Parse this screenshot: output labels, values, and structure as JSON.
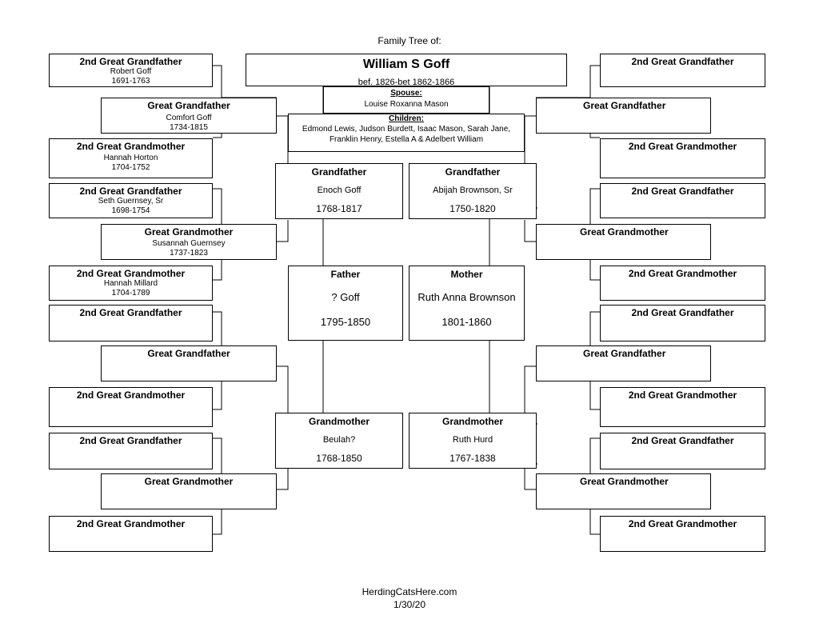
{
  "header": "Family Tree of:",
  "root": {
    "name": "William S Goff",
    "dates": "bef. 1826-bet 1862-1866",
    "spouse_label": "Spouse:",
    "spouse": "Louise Roxanna Mason",
    "children_label": "Children:",
    "children_line1": "Edmond Lewis, Judson Burdett, Isaac Mason, Sarah Jane,",
    "children_line2": "Franklin Henry, Estella A & Adelbert William"
  },
  "parents": {
    "father": {
      "label": "Father",
      "name": "? Goff",
      "dates": "1795-1850"
    },
    "mother": {
      "label": "Mother",
      "name": "Ruth Anna Brownson",
      "dates": "1801-1860"
    }
  },
  "grandparents": {
    "pgf": {
      "label": "Grandfather",
      "name": "Enoch Goff",
      "dates": "1768-1817"
    },
    "mgf": {
      "label": "Grandfather",
      "name": "Abijah Brownson, Sr",
      "dates": "1750-1820"
    },
    "pgm": {
      "label": "Grandmother",
      "name": "Beulah?",
      "dates": "1768-1850"
    },
    "mgm": {
      "label": "Grandmother",
      "name": "Ruth Hurd",
      "dates": "1767-1838"
    }
  },
  "left_great": [
    {
      "label": "Great Grandfather",
      "name": "Comfort Goff",
      "dates": "1734-1815"
    },
    {
      "label": "Great Grandmother",
      "name": "Susannah Guernsey",
      "dates": "1737-1823"
    },
    {
      "label": "Great Grandfather",
      "name": "",
      "dates": ""
    },
    {
      "label": "Great Grandmother",
      "name": "",
      "dates": ""
    }
  ],
  "left_2nd": [
    {
      "label": "2nd Great Grandfather",
      "name": "Robert Goff",
      "dates": "1691-1763"
    },
    {
      "label": "2nd Great Grandmother",
      "name": "Hannah Horton",
      "dates": "1704-1752"
    },
    {
      "label": "2nd Great Grandfather",
      "name": "Seth Guernsey, Sr",
      "dates": "1698-1754"
    },
    {
      "label": "2nd Great Grandmother",
      "name": "Hannah Millard",
      "dates": "1704-1789"
    },
    {
      "label": "2nd Great Grandfather",
      "name": "",
      "dates": ""
    },
    {
      "label": "2nd Great Grandmother",
      "name": "",
      "dates": ""
    },
    {
      "label": "2nd Great Grandfather",
      "name": "",
      "dates": ""
    },
    {
      "label": "2nd Great Grandmother",
      "name": "",
      "dates": ""
    }
  ],
  "right_great": [
    {
      "label": "Great Grandfather"
    },
    {
      "label": "Great Grandmother"
    },
    {
      "label": "Great Grandfather"
    },
    {
      "label": "Great Grandmother"
    }
  ],
  "right_2nd": [
    {
      "label": "2nd Great Grandfather"
    },
    {
      "label": "2nd Great Grandmother"
    },
    {
      "label": "2nd Great Grandfather"
    },
    {
      "label": "2nd Great Grandmother"
    },
    {
      "label": "2nd Great Grandfather"
    },
    {
      "label": "2nd Great Grandmother"
    },
    {
      "label": "2nd Great Grandfather"
    },
    {
      "label": "2nd Great Grandmother"
    }
  ],
  "footer": {
    "site": "HerdingCatsHere.com",
    "date": "1/30/20"
  }
}
